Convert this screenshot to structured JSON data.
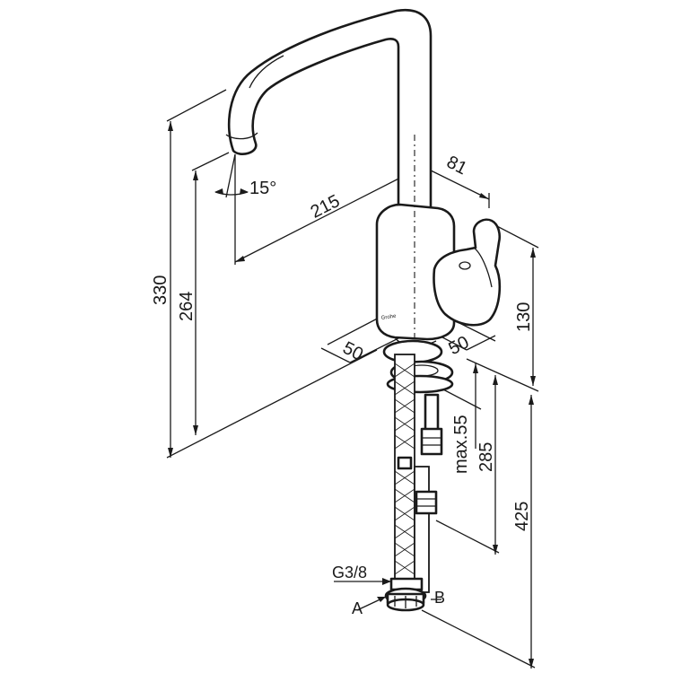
{
  "dimensions": {
    "spout_angle": "15°",
    "spout_reach": "215",
    "handle_offset": "81",
    "total_height": "330",
    "spout_height": "264",
    "body_height": "130",
    "base_left": "50",
    "base_right": "50",
    "max_thickness": "max.55",
    "shank_length": "285",
    "hose_length": "425"
  },
  "labels": {
    "thread": "G3/8",
    "port_a": "A",
    "port_b": "B",
    "brand_mark": "Grohe"
  }
}
